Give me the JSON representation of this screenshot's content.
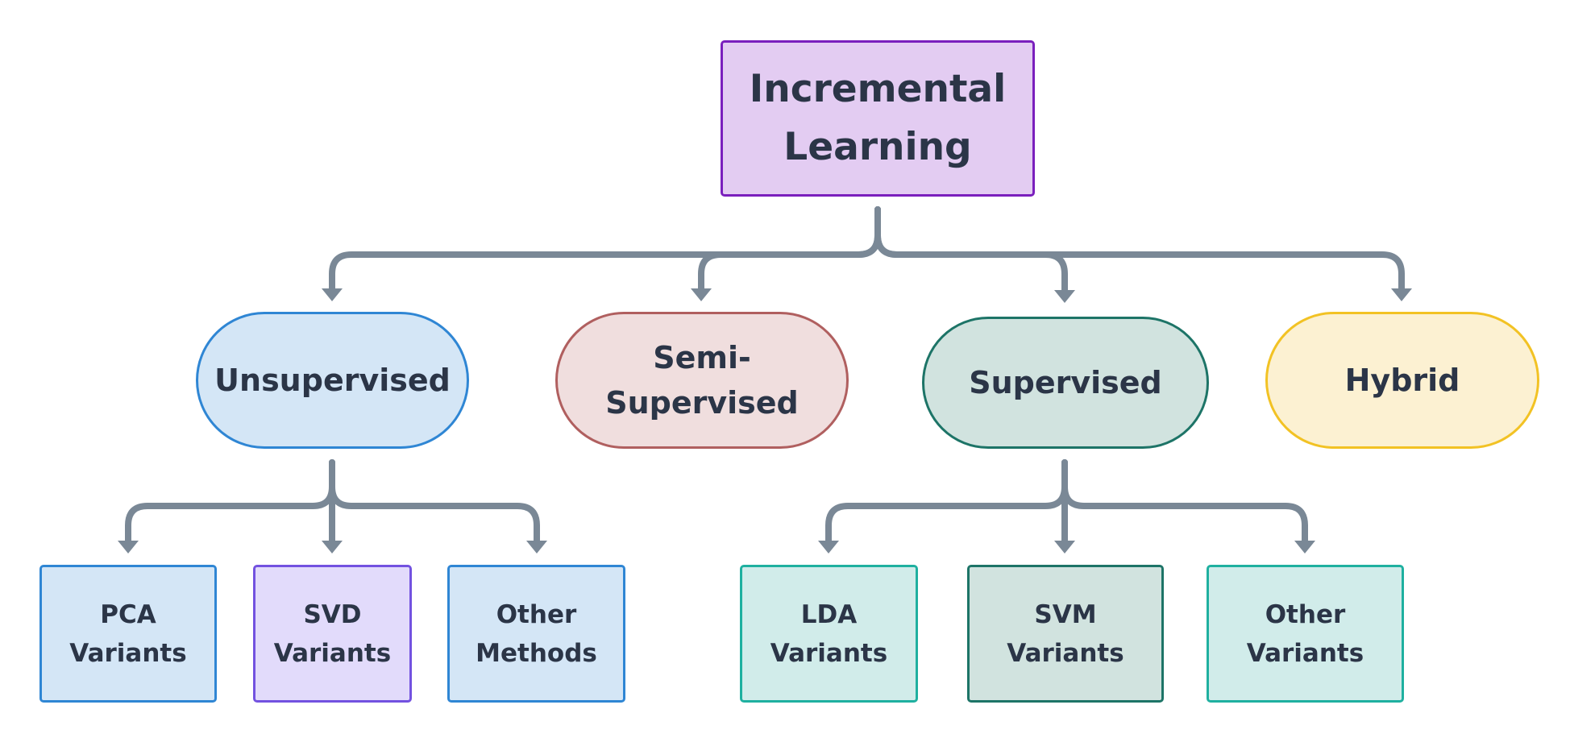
{
  "root": {
    "label": "Incremental\nLearning",
    "fill": "#e3ccf2",
    "border": "#7a1fbd"
  },
  "categories": [
    {
      "label": "Unsupervised",
      "fill": "#d4e6f6",
      "border": "#2f86d4"
    },
    {
      "label": "Semi-\nSupervised",
      "fill": "#f0dede",
      "border": "#b05f5f"
    },
    {
      "label": "Supervised",
      "fill": "#d1e3df",
      "border": "#1d7467"
    },
    {
      "label": "Hybrid",
      "fill": "#fcf1d2",
      "border": "#f2c224"
    }
  ],
  "leaves": [
    {
      "label": "PCA\nVariants",
      "fill": "#d4e6f6",
      "border": "#2f86d4"
    },
    {
      "label": "SVD\nVariants",
      "fill": "#e2dbfb",
      "border": "#7352e0"
    },
    {
      "label": "Other\nMethods",
      "fill": "#d4e6f6",
      "border": "#2f86d4"
    },
    {
      "label": "LDA\nVariants",
      "fill": "#d1ecea",
      "border": "#1fb0a0"
    },
    {
      "label": "SVM\nVariants",
      "fill": "#d1e3df",
      "border": "#1d7467"
    },
    {
      "label": "Other\nVariants",
      "fill": "#d1ecea",
      "border": "#1fb0a0"
    }
  ],
  "connector_color": "#7a8896",
  "text_color": "#2b3547"
}
